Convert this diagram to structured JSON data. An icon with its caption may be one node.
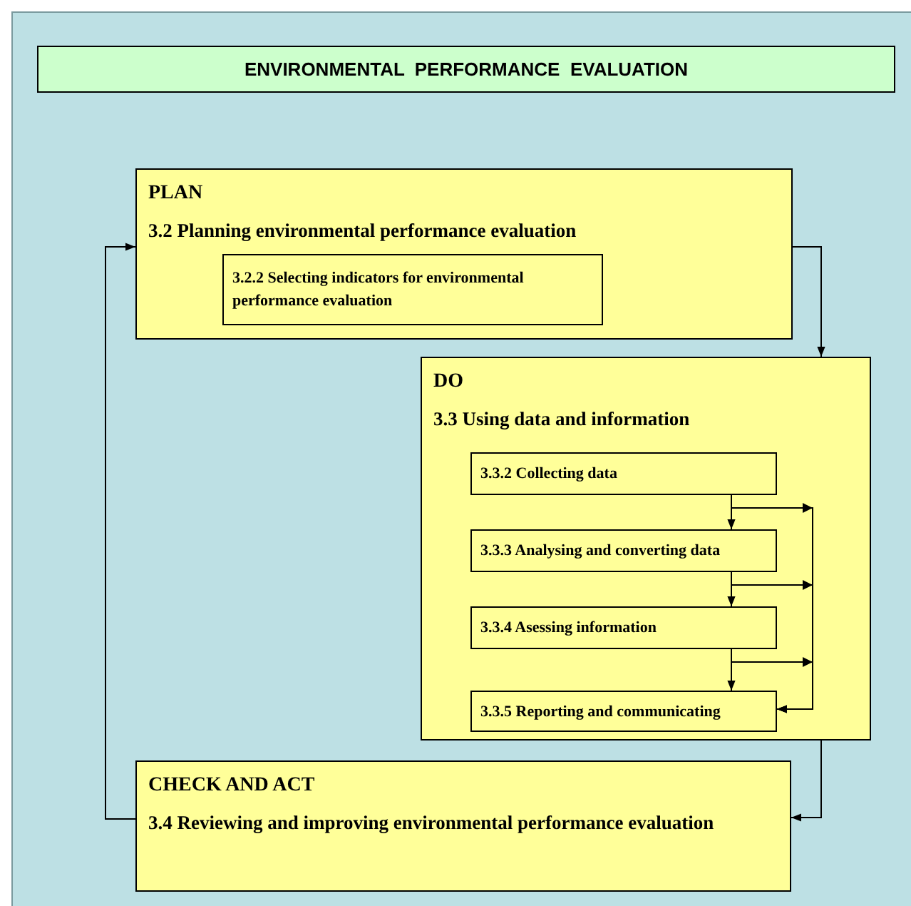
{
  "diagram": {
    "nodes": [
      {
        "text": [
          "ENVIRONMENTAL  PERFORMANCE  EVALUATION"
        ]
      },
      {
        "text": [
          "PLAN",
          "3.2 Planning environmental performance evaluation"
        ]
      },
      {
        "text": [
          "3.2.2 Selecting indicators for environmental performance evaluation"
        ],
        "in": 1
      },
      {
        "text": [
          "DO",
          "3.3 Using data and information"
        ]
      },
      {
        "text": [
          "3.3.2 Collecting data"
        ],
        "in": 3
      },
      {
        "text": [
          "3.3.3 Analysing and converting data"
        ],
        "in": 3
      },
      {
        "text": [
          "3.3.4 Asessing information"
        ],
        "in": 3
      },
      {
        "text": [
          "3.3.5 Reporting and communicating"
        ],
        "in": 3
      },
      {
        "text": [
          "CHECK AND ACT",
          "3.4 Reviewing and improving environmental performance evaluation"
        ]
      }
    ],
    "edges": [
      {
        "from": 1,
        "to": 3,
        "arrow": "to"
      },
      {
        "from": 3,
        "to": 8,
        "arrow": "to"
      },
      {
        "from": 8,
        "to": 1,
        "arrow": "to"
      },
      {
        "from": 4,
        "to": 5,
        "arrow": "to"
      },
      {
        "from": 5,
        "to": 6,
        "arrow": "to"
      },
      {
        "from": 6,
        "to": 7,
        "arrow": "to"
      },
      {
        "from": 4,
        "to": 7,
        "arrow": "to"
      },
      {
        "from": 5,
        "to": 7,
        "arrow": "to"
      },
      {
        "from": 6,
        "to": 7,
        "arrow": "to"
      }
    ]
  }
}
